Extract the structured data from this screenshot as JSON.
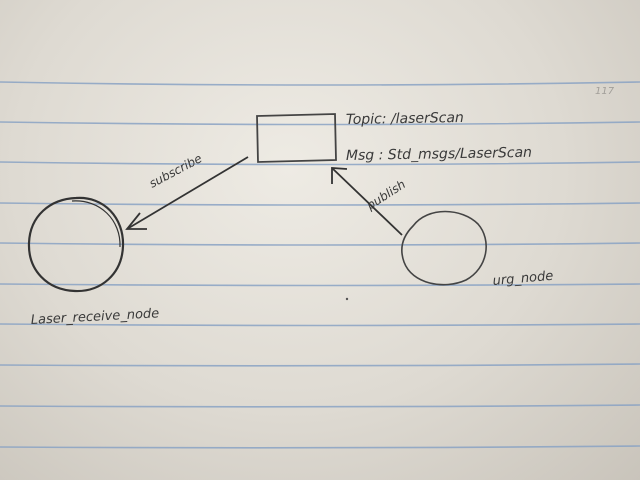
{
  "diagram": {
    "topic_label": "Topic: /laserScan",
    "msg_label": "Msg : Std_msgs/LaserScan",
    "subscribe_label": "subscribe",
    "publish_label": "publish",
    "receiver_node_label": "Laser_receive_node",
    "publisher_node_label": "urg_node",
    "corner_mark": "117"
  },
  "colors": {
    "paper": "#e9e6df",
    "ruled_line": "#8aa3c4",
    "ink": "#3a3a3a"
  }
}
